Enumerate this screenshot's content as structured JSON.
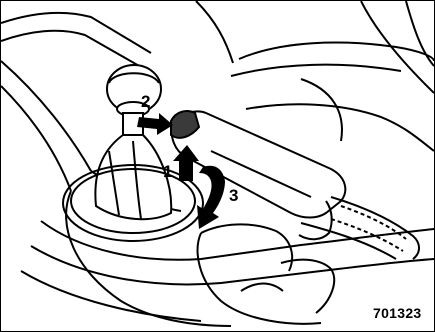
{
  "diagram": {
    "step_labels": [
      "1",
      "2",
      "3"
    ],
    "reference_number": "701323"
  },
  "colors": {
    "line": "#000000",
    "gray_fill": "#3a3a3a",
    "background": "#ffffff"
  },
  "icons": [
    "arrow-1-icon",
    "arrow-2-icon",
    "arrow-3-icon"
  ]
}
